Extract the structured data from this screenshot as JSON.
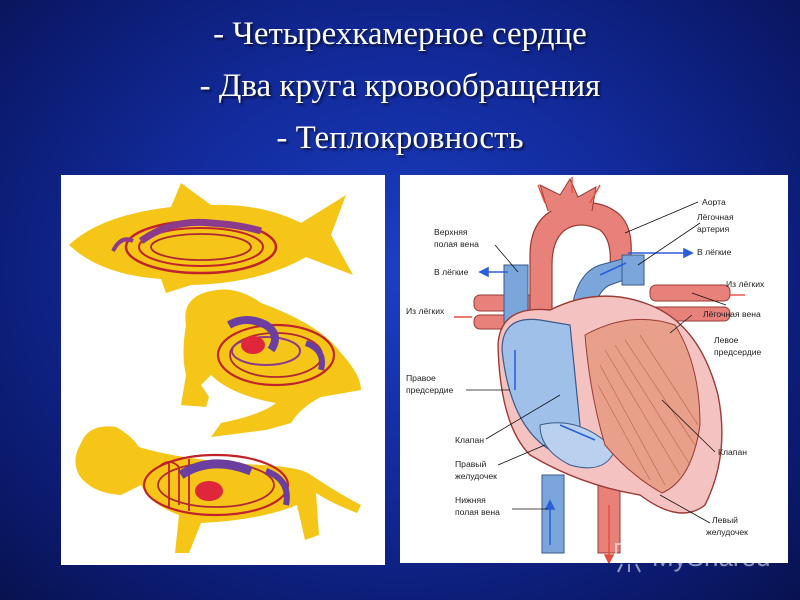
{
  "title": {
    "line1": "- Четырехкамерное сердце",
    "line2": "- Два круга кровообращения",
    "line3": "- Теплокровность"
  },
  "heart_labels": {
    "aorta": "Аорта",
    "pulmonary_artery_1": "Лёгочная",
    "pulmonary_artery_2": "артерия",
    "to_lungs_right": "В лёгкие",
    "superior_vena_cava_1": "Верхняя",
    "superior_vena_cava_2": "полая вена",
    "to_lungs_left": "В лёгкие",
    "from_lungs_right": "Из лёгких",
    "from_lungs_left": "Из лёгких",
    "pulmonary_vein": "Лёгочная вена",
    "left_atrium_1": "Левое",
    "left_atrium_2": "предсердие",
    "right_atrium_1": "Правое",
    "right_atrium_2": "предсердие",
    "valve_left": "Клапан",
    "valve_right": "Клапан",
    "right_ventricle_1": "Правый",
    "right_ventricle_2": "желудочек",
    "inferior_vena_cava_1": "Нижняя",
    "inferior_vena_cava_2": "полая вена",
    "left_ventricle_1": "Левый",
    "left_ventricle_2": "желудочек"
  },
  "watermark": {
    "text": "MyShared"
  },
  "colors": {
    "background": "#122a9a",
    "body_yellow": "#f5c518",
    "artery_red": "#e85c5c",
    "vein_blue": "#7aa6dc",
    "arrow_red": "#e74c3c",
    "arrow_blue": "#2b5fd9"
  }
}
